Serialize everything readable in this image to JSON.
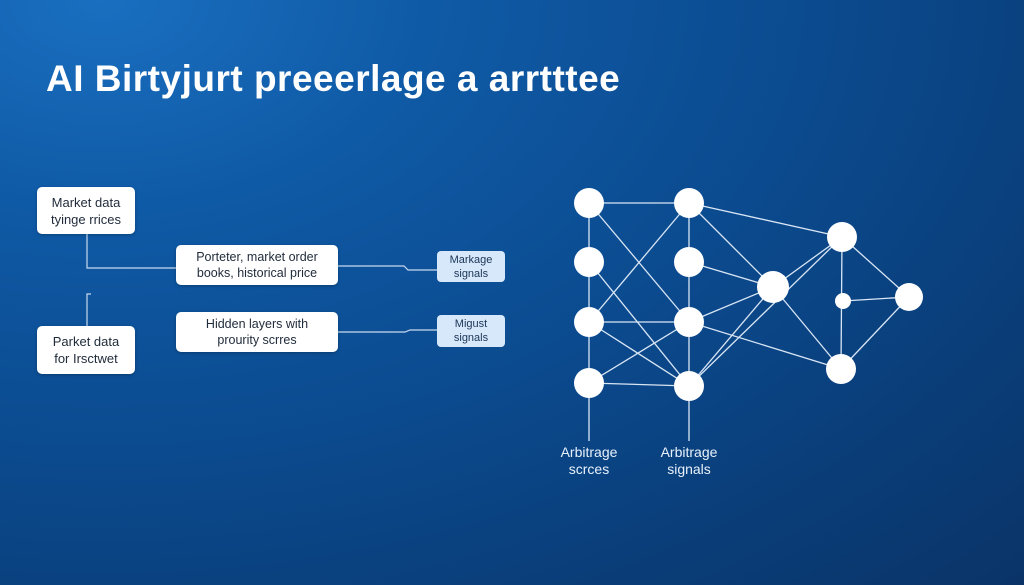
{
  "title": "AI Birtyjurt preeerlage a arrtttee",
  "flow": {
    "input_box_1": [
      "Market data",
      "tyinge rrices"
    ],
    "input_box_2": [
      "Parket data",
      "for Irsctwet"
    ],
    "mid_box_1": [
      "Porteter, market order",
      "books, historical price"
    ],
    "mid_box_2": [
      "Hidden layers with",
      "prourity scrres"
    ],
    "signal_1": [
      "Markage",
      "signals"
    ],
    "signal_2": [
      "Migust",
      "signals"
    ]
  },
  "network": {
    "label_1": [
      "Arbitrage",
      "scrces"
    ],
    "label_2": [
      "Arbitrage",
      "signals"
    ]
  },
  "colors": {
    "background": "#0b4a8e",
    "box": "#ffffff",
    "signal_box": "#d6e8fa",
    "lines": "#ffffff"
  }
}
